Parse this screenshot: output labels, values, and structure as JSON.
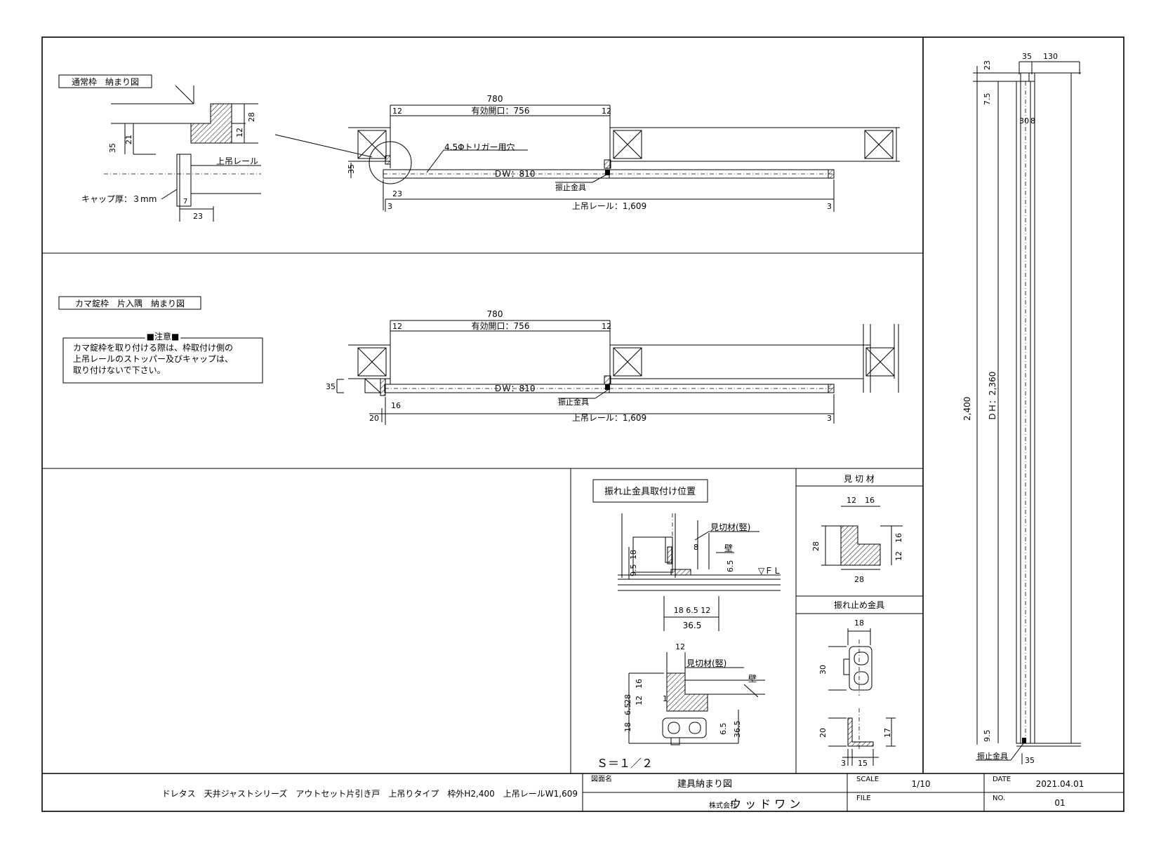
{
  "sec1": {
    "title": "通常枠　納まり図",
    "d35": "35",
    "d21": "21",
    "d28": "28",
    "d12": "12",
    "rail": "上吊レール",
    "cap": "キャップ厚：３mm",
    "d7": "7",
    "d23": "23",
    "w780": "780",
    "eff": "有効開口：756",
    "e12a": "12",
    "e12b": "12",
    "trigger": "4.5Φトリガー用穴",
    "dw": "ＤＷ：810",
    "s35": "35",
    "s23": "23",
    "stopper": "振止金具",
    "rail_len": "上吊レール：1,609",
    "r3a": "3",
    "r3b": "3"
  },
  "sec2": {
    "title": "カマ錠枠　片入隅　納まり図",
    "note_title": "■注意■",
    "note_lines": [
      "カマ錠枠を取り付ける際は、枠取付け側の",
      "上吊レールのストッパー及びキャップは、",
      "取り付けないで下さい。"
    ],
    "w780": "780",
    "eff": "有効開口：756",
    "e12a": "12",
    "e12b": "12",
    "dw": "ＤＷ：810",
    "s35": "35",
    "s16": "16",
    "stopper": "振止金具",
    "s20": "20",
    "rail_len": "上吊レール：1,609",
    "r3": "3"
  },
  "detail": {
    "title": "振れ止金具取付け位置",
    "mikiri_v": "見切材(竪)",
    "wall": "壁",
    "d8": "8",
    "d9_5": "9.5",
    "d18": "18",
    "d6_5": "6.5",
    "fl": "▽ＦＬ",
    "bottom_dims": "18  6.5  12",
    "total": "36.5",
    "d12": "12",
    "mikiri_v2": "見切材(竪)",
    "wall2": "壁",
    "d28": "28",
    "d16": "16",
    "d12b": "12",
    "d1": "1",
    "d18b": "18",
    "d6_5b": "6.5",
    "d6_5c": "6.5",
    "d36_5": "36.5",
    "scale": "Ｓ＝１／２"
  },
  "mikiri": {
    "title": "見 切 材",
    "d12": "12",
    "d16": "16",
    "d28": "28",
    "d16r": "16",
    "d12r": "12",
    "d28b": "28"
  },
  "hardware": {
    "title": "振れ止め金具",
    "d18": "18",
    "d30": "30",
    "d20": "20",
    "d17": "17",
    "d3": "3",
    "d15": "15"
  },
  "elev": {
    "d35": "35",
    "d130": "130",
    "d23": "23",
    "d7_5": "7.5",
    "d30": "30",
    "d8": "8",
    "h": "2,400",
    "dh": "ＤＨ：2,360",
    "d9_5": "9.5",
    "stopper": "振止金具",
    "d35b": "35"
  },
  "titleblock": {
    "desc": "ドレタス　天井ジャストシリーズ　アウトセット片引き戸　上吊りタイプ　枠外H2,400　上吊レールW1,609",
    "drawing_label": "図面名",
    "drawing_name": "建具納まり図",
    "company_prefix": "株式会社",
    "company": "ウ ッ ド ワ ン",
    "scale_label": "SCALE",
    "scale_val": "1/10",
    "file_label": "FILE",
    "date_label": "DATE",
    "date_val": "2021.04.01",
    "no_label": "NO.",
    "no_val": "01"
  }
}
